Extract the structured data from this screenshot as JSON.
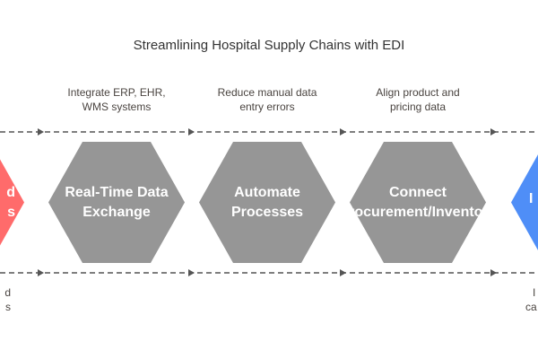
{
  "title": "Streamlining Hospital Supply Chains with EDI",
  "colors": {
    "left_hex": "#ff6b6b",
    "step_hex": "#969696",
    "right_hex": "#4f8ef7",
    "line": "#555555"
  },
  "left_partial": {
    "line1": "d",
    "line2": "s",
    "note1": "d",
    "note2": "s"
  },
  "steps": [
    {
      "line1": "Real-Time Data",
      "line2": "Exchange",
      "note1": "Integrate ERP, EHR,",
      "note2": "WMS systems"
    },
    {
      "line1": "Automate",
      "line2": "Processes",
      "note1": "Reduce manual data",
      "note2": "entry errors"
    },
    {
      "line1": "Connect",
      "line2": "Procurement/Inventory",
      "note1": "Align product and",
      "note2": "pricing data"
    }
  ],
  "right_partial": {
    "line1": "I",
    "note1": "I",
    "note2": "ca"
  }
}
